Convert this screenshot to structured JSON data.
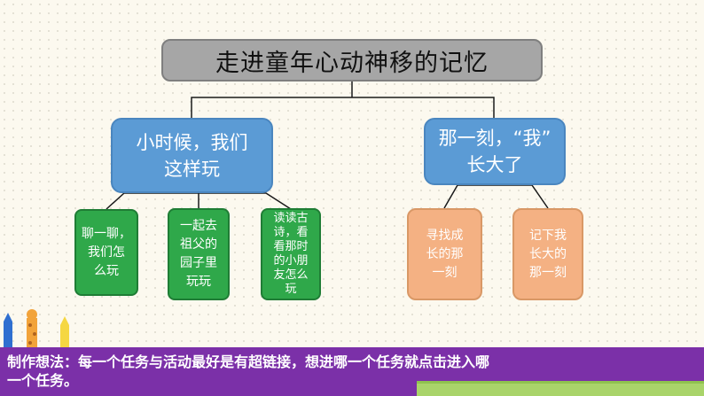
{
  "diagram": {
    "title": "走进童年心动神移的记忆",
    "left_branch": {
      "label_line1": "小时候，我们",
      "label_line2": "这样玩",
      "children": [
        {
          "lines": [
            "聊一聊，",
            "我们怎",
            "么玩"
          ]
        },
        {
          "lines": [
            "一起去",
            "祖父的",
            "园子里",
            "玩玩"
          ]
        },
        {
          "lines": [
            "读读古",
            "诗，看",
            "看那时",
            "的小朋",
            "友怎么",
            "玩"
          ]
        }
      ]
    },
    "right_branch": {
      "label_line1": "那一刻，“我”",
      "label_line2": "长大了",
      "children": [
        {
          "lines": [
            "寻找成",
            "长的那",
            "一刻"
          ]
        },
        {
          "lines": [
            "记下我",
            "长大的",
            "那一刻"
          ]
        }
      ]
    }
  },
  "note": {
    "line1": "制作想法：每一个任务与活动最好是有超链接，想进哪一个任务就点击进入哪",
    "line2": "一个任务。"
  },
  "colors": {
    "title_box": "#a6a6a6",
    "blue": "#5b9bd5",
    "green": "#2fa84a",
    "orange": "#f4b183",
    "note_bar": "#7b30a8"
  }
}
